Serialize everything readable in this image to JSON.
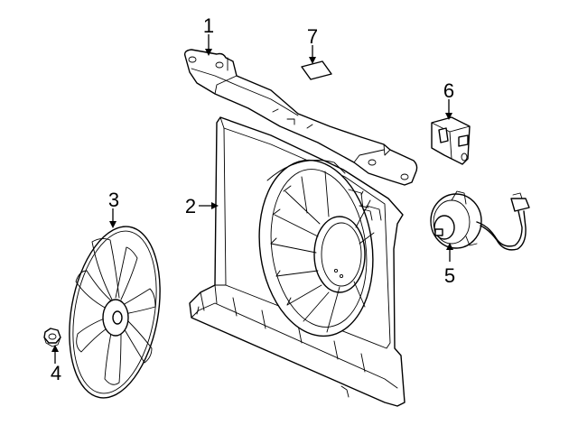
{
  "diagram": {
    "callouts": [
      {
        "id": "1",
        "label": "1"
      },
      {
        "id": "2",
        "label": "2"
      },
      {
        "id": "3",
        "label": "3"
      },
      {
        "id": "4",
        "label": "4"
      },
      {
        "id": "5",
        "label": "5"
      },
      {
        "id": "6",
        "label": "6"
      },
      {
        "id": "7",
        "label": "7"
      }
    ]
  },
  "colors": {
    "line": "#000000",
    "background": "#ffffff"
  }
}
